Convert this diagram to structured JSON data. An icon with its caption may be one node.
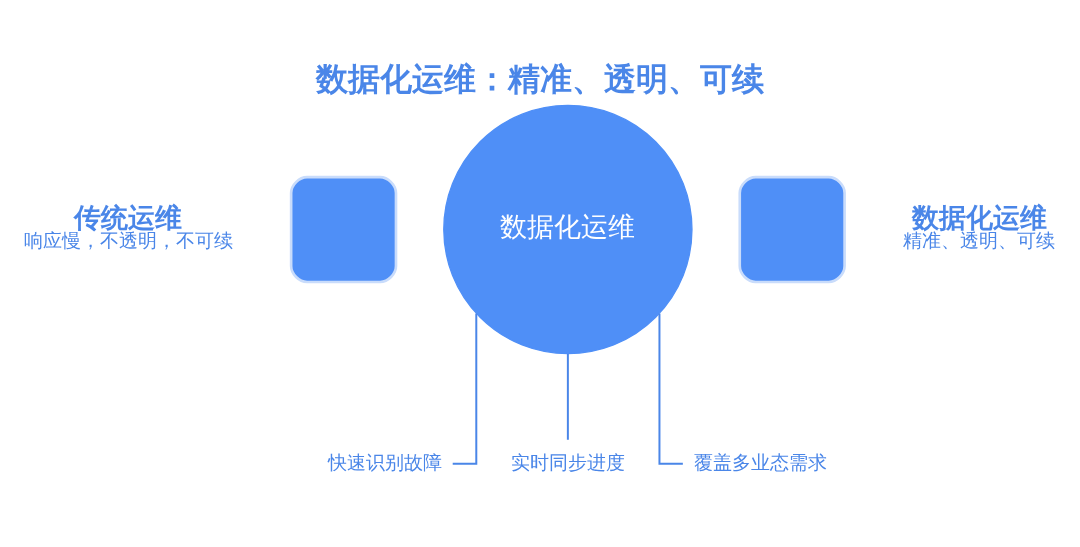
{
  "diagram": {
    "title": "数据化运维：精准、透明、可续",
    "nodes": [
      {
        "text": [
          "数据化运维"
        ]
      },
      {
        "text": [],
        "shape": "box",
        "beside": [
          "传统运维",
          "响应慢，不透明，不可续"
        ]
      },
      {
        "text": [],
        "shape": "box",
        "beside": [
          "数据化运维",
          "精准、透明、可续"
        ]
      },
      {
        "text": [
          "快速识别故障"
        ]
      },
      {
        "text": [
          "实时同步进度"
        ]
      },
      {
        "text": [
          "覆盖多业态需求"
        ]
      }
    ],
    "edges": [
      {
        "from": 0,
        "to": 3,
        "arrow": "none"
      },
      {
        "from": 0,
        "to": 4,
        "arrow": "none"
      },
      {
        "from": 0,
        "to": 5,
        "arrow": "none"
      }
    ]
  }
}
